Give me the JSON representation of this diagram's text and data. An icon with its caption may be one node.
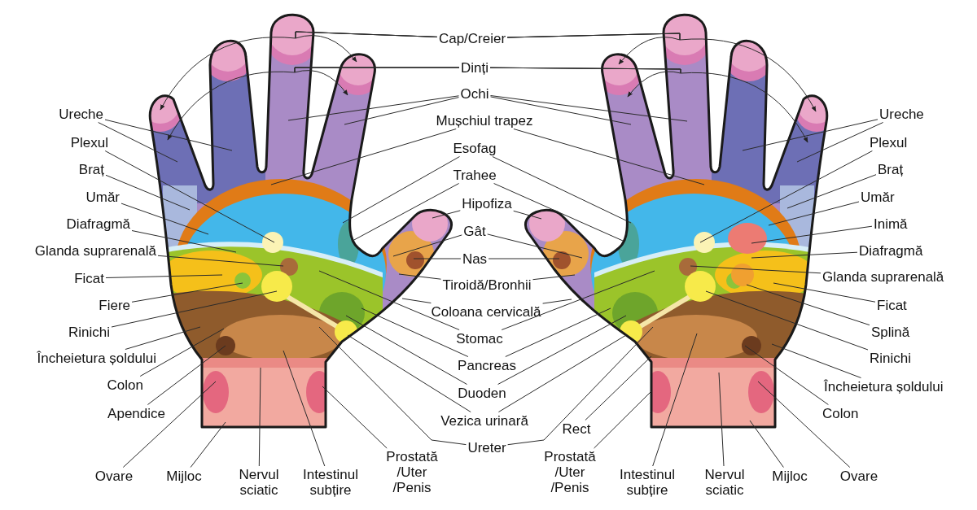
{
  "diagram": {
    "nodes": [
      {
        "text": [
          "Cap/Creier"
        ]
      },
      {
        "text": [
          "Dinți"
        ]
      },
      {
        "text": [
          "Ochi"
        ]
      },
      {
        "text": [
          "Mușchiul trapez"
        ]
      },
      {
        "text": [
          "Esofag"
        ]
      },
      {
        "text": [
          "Trahee"
        ]
      },
      {
        "text": [
          "Hipofiza"
        ]
      },
      {
        "text": [
          "Gât"
        ]
      },
      {
        "text": [
          "Nas"
        ]
      },
      {
        "text": [
          "Tiroidă/Bronhii"
        ]
      },
      {
        "text": [
          "Coloana cervicală"
        ]
      },
      {
        "text": [
          "Stomac"
        ]
      },
      {
        "text": [
          "Pancreas"
        ]
      },
      {
        "text": [
          "Duoden"
        ]
      },
      {
        "text": [
          "Vezica urinară"
        ]
      },
      {
        "text": [
          "Ureter"
        ]
      },
      {
        "text": [
          "Ureche"
        ]
      },
      {
        "text": [
          "Plexul"
        ]
      },
      {
        "text": [
          "Braț"
        ]
      },
      {
        "text": [
          "Umăr"
        ]
      },
      {
        "text": [
          "Diafragmă"
        ]
      },
      {
        "text": [
          "Glanda suprarenală"
        ]
      },
      {
        "text": [
          "Ficat"
        ]
      },
      {
        "text": [
          "Fiere"
        ]
      },
      {
        "text": [
          "Rinichi"
        ]
      },
      {
        "text": [
          "Încheietura șoldului"
        ]
      },
      {
        "text": [
          "Colon"
        ]
      },
      {
        "text": [
          "Apendice"
        ]
      },
      {
        "text": [
          "Ovare"
        ]
      },
      {
        "text": [
          "Mijloc"
        ]
      },
      {
        "text": [
          "Nervul sciatic"
        ]
      },
      {
        "text": [
          "Intestinul subțire"
        ]
      },
      {
        "text": [
          "Prostată /Uter /Penis"
        ]
      },
      {
        "text": [
          "Rect"
        ]
      },
      {
        "text": [
          "Prostată /Uter /Penis"
        ]
      },
      {
        "text": [
          "Intestinul subțire"
        ]
      },
      {
        "text": [
          "Nervul sciatic"
        ]
      },
      {
        "text": [
          "Mijloc"
        ]
      },
      {
        "text": [
          "Ovare"
        ]
      },
      {
        "text": [
          "Ureche"
        ]
      },
      {
        "text": [
          "Plexul"
        ]
      },
      {
        "text": [
          "Braț"
        ]
      },
      {
        "text": [
          "Umăr"
        ]
      },
      {
        "text": [
          "Inimă"
        ]
      },
      {
        "text": [
          "Diafragmă"
        ]
      },
      {
        "text": [
          "Glanda suprarenală"
        ]
      },
      {
        "text": [
          "Ficat"
        ]
      },
      {
        "text": [
          "Splină"
        ]
      },
      {
        "text": [
          "Rinichi"
        ]
      },
      {
        "text": [
          "Încheietura șoldului"
        ]
      },
      {
        "text": [
          "Colon"
        ]
      }
    ],
    "edges": [
      {
        "from": 0,
        "to": null,
        "arrow": "none"
      },
      {
        "from": 0,
        "to": null,
        "arrow": "to"
      },
      {
        "from": 0,
        "to": null,
        "arrow": "to"
      },
      {
        "from": 0,
        "to": null,
        "arrow": "none"
      },
      {
        "from": 0,
        "to": null,
        "arrow": "to"
      },
      {
        "from": 0,
        "to": null,
        "arrow": "to"
      },
      {
        "from": 1,
        "to": null,
        "arrow": "none"
      },
      {
        "from": 1,
        "to": null,
        "arrow": "to"
      },
      {
        "from": 1,
        "to": null,
        "arrow": "to"
      },
      {
        "from": 1,
        "to": null,
        "arrow": "none"
      },
      {
        "from": 1,
        "to": null,
        "arrow": "to"
      },
      {
        "from": 1,
        "to": null,
        "arrow": "to"
      },
      {
        "from": 2,
        "to": null,
        "arrow": "none"
      },
      {
        "from": 2,
        "to": null,
        "arrow": "none"
      },
      {
        "from": 2,
        "to": null,
        "arrow": "none"
      },
      {
        "from": 2,
        "to": null,
        "arrow": "none"
      },
      {
        "from": 3,
        "to": null,
        "arrow": "none"
      },
      {
        "from": 3,
        "to": null,
        "arrow": "none"
      },
      {
        "from": 4,
        "to": null,
        "arrow": "none"
      },
      {
        "from": 4,
        "to": null,
        "arrow": "none"
      },
      {
        "from": 5,
        "to": null,
        "arrow": "none"
      },
      {
        "from": 5,
        "to": null,
        "arrow": "none"
      },
      {
        "from": 6,
        "to": null,
        "arrow": "none"
      },
      {
        "from": 6,
        "to": null,
        "arrow": "none"
      },
      {
        "from": 7,
        "to": null,
        "arrow": "none"
      },
      {
        "from": 7,
        "to": null,
        "arrow": "none"
      },
      {
        "from": 8,
        "to": null,
        "arrow": "none"
      },
      {
        "from": 8,
        "to": null,
        "arrow": "none"
      },
      {
        "from": 9,
        "to": null,
        "arrow": "none"
      },
      {
        "from": 9,
        "to": null,
        "arrow": "none"
      },
      {
        "from": 10,
        "to": null,
        "arrow": "none"
      },
      {
        "from": 10,
        "to": null,
        "arrow": "none"
      },
      {
        "from": 11,
        "to": null,
        "arrow": "none"
      },
      {
        "from": 11,
        "to": null,
        "arrow": "none"
      },
      {
        "from": 12,
        "to": null,
        "arrow": "none"
      },
      {
        "from": 12,
        "to": null,
        "arrow": "none"
      },
      {
        "from": 13,
        "to": null,
        "arrow": "none"
      },
      {
        "from": 13,
        "to": null,
        "arrow": "none"
      },
      {
        "from": 14,
        "to": null,
        "arrow": "none"
      },
      {
        "from": 14,
        "to": null,
        "arrow": "none"
      },
      {
        "from": 15,
        "to": null,
        "arrow": "none"
      },
      {
        "from": 15,
        "to": null,
        "arrow": "none"
      },
      {
        "from": 16,
        "to": null,
        "arrow": "none"
      },
      {
        "from": 16,
        "to": null,
        "arrow": "none"
      },
      {
        "from": 17,
        "to": null,
        "arrow": "none"
      },
      {
        "from": 18,
        "to": null,
        "arrow": "none"
      },
      {
        "from": 19,
        "to": null,
        "arrow": "none"
      },
      {
        "from": 20,
        "to": null,
        "arrow": "none"
      },
      {
        "from": 21,
        "to": null,
        "arrow": "none"
      },
      {
        "from": 22,
        "to": null,
        "arrow": "none"
      },
      {
        "from": 23,
        "to": null,
        "arrow": "none"
      },
      {
        "from": 24,
        "to": null,
        "arrow": "none"
      },
      {
        "from": 25,
        "to": null,
        "arrow": "none"
      },
      {
        "from": 26,
        "to": null,
        "arrow": "none"
      },
      {
        "from": 27,
        "to": null,
        "arrow": "none"
      },
      {
        "from": 28,
        "to": null,
        "arrow": "none"
      },
      {
        "from": 29,
        "to": null,
        "arrow": "none"
      },
      {
        "from": 30,
        "to": null,
        "arrow": "none"
      },
      {
        "from": 31,
        "to": null,
        "arrow": "none"
      },
      {
        "from": 32,
        "to": null,
        "arrow": "none"
      },
      {
        "from": 33,
        "to": null,
        "arrow": "none"
      },
      {
        "from": 34,
        "to": null,
        "arrow": "none"
      },
      {
        "from": 35,
        "to": null,
        "arrow": "none"
      },
      {
        "from": 36,
        "to": null,
        "arrow": "none"
      },
      {
        "from": 37,
        "to": null,
        "arrow": "none"
      },
      {
        "from": 38,
        "to": null,
        "arrow": "none"
      },
      {
        "from": 39,
        "to": null,
        "arrow": "none"
      },
      {
        "from": 39,
        "to": null,
        "arrow": "none"
      },
      {
        "from": 40,
        "to": null,
        "arrow": "none"
      },
      {
        "from": 41,
        "to": null,
        "arrow": "none"
      },
      {
        "from": 42,
        "to": null,
        "arrow": "none"
      },
      {
        "from": 43,
        "to": null,
        "arrow": "none"
      },
      {
        "from": 44,
        "to": null,
        "arrow": "none"
      },
      {
        "from": 45,
        "to": null,
        "arrow": "none"
      },
      {
        "from": 46,
        "to": null,
        "arrow": "none"
      },
      {
        "from": 47,
        "to": null,
        "arrow": "none"
      },
      {
        "from": 48,
        "to": null,
        "arrow": "none"
      },
      {
        "from": 49,
        "to": null,
        "arrow": "none"
      },
      {
        "from": 50,
        "to": null,
        "arrow": "none"
      }
    ]
  }
}
